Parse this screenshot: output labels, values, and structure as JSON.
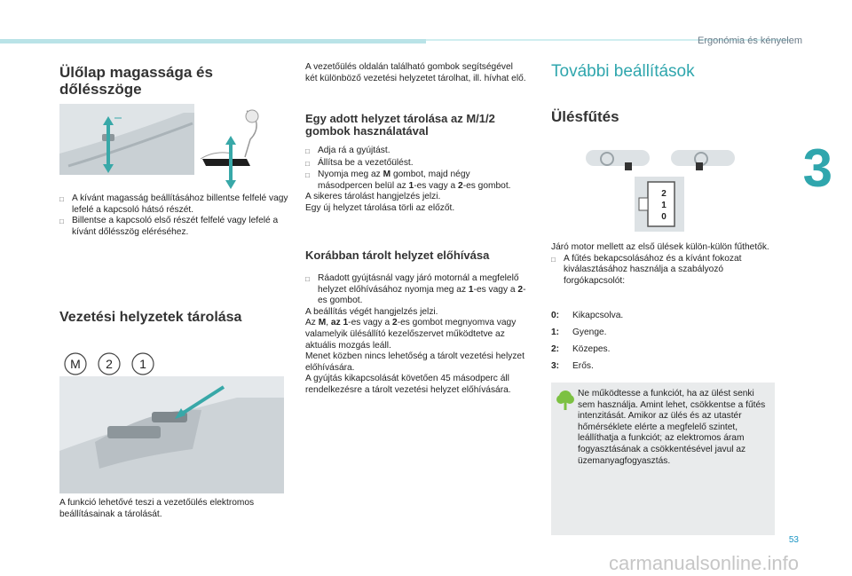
{
  "header": {
    "title": "Ergonómia és kényelem",
    "chapter": "3",
    "page": "53",
    "watermark": "carmanualsonline.info"
  },
  "col1": {
    "title": "Ülőlap magassága és dőlésszöge",
    "bullets": [
      "A kívánt magasság beállításához billentse felfelé vagy lefelé a kapcsoló hátsó részét.",
      "Billentse a kapcsoló első részét felfelé vagy lefelé a kívánt dőlésszög eléréséhez."
    ],
    "title2": "Vezetési helyzetek tárolása",
    "fig2_labels": [
      "M",
      "2",
      "1"
    ],
    "caption": "A funkció lehetővé teszi a vezetőülés elektromos beállításainak a tárolását."
  },
  "col2": {
    "intro": "A vezetőülés oldalán található gombok segítségével két különböző vezetési helyzetet tárolhat, ill. hívhat elő.",
    "title1": "Egy adott helyzet tárolása az M/1/2 gombok használatával",
    "b1": "Adja rá a gyújtást.",
    "b2": "Állítsa be a vezetőülést.",
    "b3_a": "Nyomja meg az ",
    "b3_M": "M",
    "b3_b": " gombot, majd négy másodpercen belül az ",
    "b3_1": "1",
    "b3_c": "-es vagy a ",
    "b3_2": "2",
    "b3_d": "-es gombot.",
    "p1": "A sikeres tárolást hangjelzés jelzi.",
    "p2": "Egy új helyzet tárolása törli az előzőt.",
    "title2": "Korábban tárolt helyzet előhívása",
    "c1_a": "Ráadott gyújtásnál vagy járó motornál a megfelelő helyzet előhívásához nyomja meg az ",
    "c1_1": "1",
    "c1_b": "-es vagy a ",
    "c1_2": "2",
    "c1_c": "-es gombot.",
    "q1": "A beállítás végét hangjelzés jelzi.",
    "q2_a": "Az ",
    "q2_M": "M",
    "q2_b": ", ",
    "q2_az1": "az 1",
    "q2_c": "-es vagy a ",
    "q2_2": "2",
    "q2_d": "-es gombot megnyomva vagy valamelyik ülésállító kezelőszervet működtetve az aktuális mozgás leáll.",
    "q3": "Menet közben nincs lehetőség a tárolt vezetési helyzet előhívására.",
    "q4": "A gyújtás kikapcsolását követően 45 másodperc áll rendelkezésre a tárolt vezetési helyzet előhívására."
  },
  "col3": {
    "title": "További beállítások",
    "subtitle": "Ülésfűtés",
    "dial": [
      "2",
      "1",
      "0"
    ],
    "p1": "Járó motor mellett az első ülések külön-külön fűthetők.",
    "bullet": "A fűtés bekapcsolásához és a kívánt fokozat kiválasztásához használja a szabályozó forgókapcsolót:",
    "levels": [
      {
        "key": "0:",
        "label": "Kikapcsolva."
      },
      {
        "key": "1:",
        "label": "Gyenge."
      },
      {
        "key": "2:",
        "label": "Közepes."
      },
      {
        "key": "3:",
        "label": "Erős."
      }
    ],
    "note": "Ne működtesse a funkciót, ha az ülést senki sem használja. Amint lehet, csökkentse a fűtés intenzitását. Amikor az ülés és az utastér hőmérséklete elérte a megfelelő szintet, leállíthatja a funkciót; az elektromos áram fogyasztásának a csökkentésével javul az üzemanyagfogyasztás."
  },
  "colors": {
    "accent": "#2fa6ad",
    "arrow": "#38a8a8",
    "text": "#222222"
  }
}
